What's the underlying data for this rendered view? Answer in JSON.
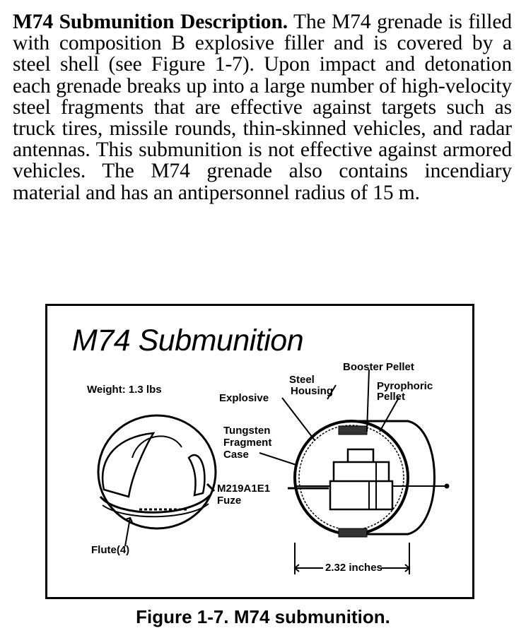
{
  "paragraph": {
    "lead": "M74 Submunition Description.",
    "body": " The M74 grenade is filled with composition B explosive filler and is covered by a steel shell (see Figure 1-7). Upon impact and detonation each grenade breaks up into a large number of high-velocity steel fragments that are effective against targets such as truck tires, missile rounds, thin-skinned vehicles, and radar antennas. This submunition is not effective against armored vehicles. The M74 grenade also contains incendiary material and has an antipersonnel radius of 15 m."
  },
  "figure": {
    "title": "M74 Submunition",
    "labels": {
      "weight": "Weight: 1.3 lbs",
      "booster": "Booster Pellet",
      "steel_1": "Steel",
      "steel_2": "Housing",
      "explosive": "Explosive",
      "pyro_1": "Pyrophoric",
      "pyro_2": "Pellet",
      "tungsten_1": "Tungsten",
      "tungsten_2": "Fragment",
      "tungsten_3": "Case",
      "fuze_1": "M219A1E1",
      "fuze_2": "Fuze",
      "flute": "Flute(4)",
      "dimension": "2.32 inches"
    }
  },
  "caption": "Figure 1-7.  M74 submunition."
}
